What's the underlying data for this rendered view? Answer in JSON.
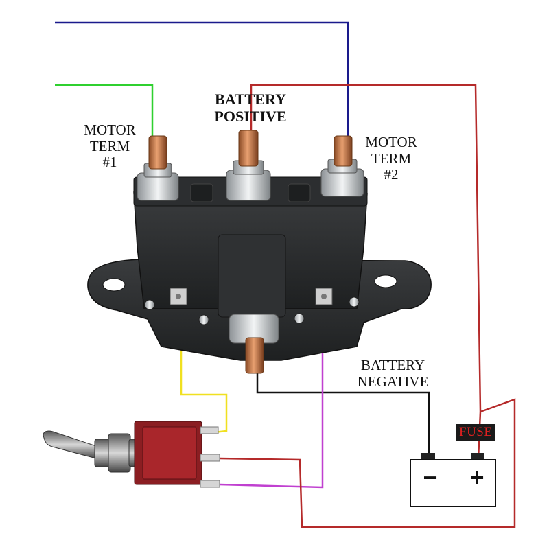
{
  "labels": {
    "motor_term_1": [
      "MOTOR",
      "TERM",
      "#1"
    ],
    "battery_positive": [
      "BATTERY",
      "POSITIVE"
    ],
    "motor_term_2": [
      "MOTOR",
      "TERM",
      "#2"
    ],
    "battery_negative": [
      "BATTERY",
      "NEGATIVE"
    ],
    "fuse": "FUSE",
    "battery_minus": "−",
    "battery_plus": "+"
  },
  "wire_colors": {
    "motor_term_1": "#2fd02f",
    "motor_term_2": "#1a1a8c",
    "battery_positive": "#b52a2a",
    "battery_negative": "#111111",
    "switch_a": "#f0e020",
    "switch_b": "#c040d0",
    "switch_power": "#b52a2a"
  },
  "icons": [
    "solenoid-relay-icon",
    "toggle-switch-icon",
    "battery-icon"
  ]
}
